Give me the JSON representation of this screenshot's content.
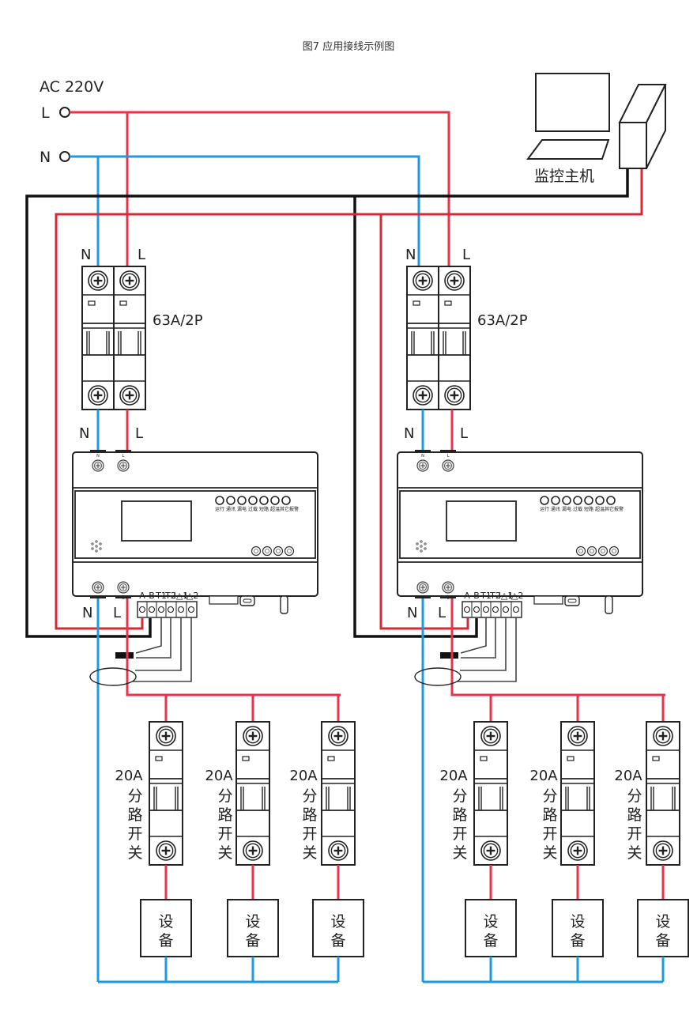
{
  "title": "图7    应用接线示例图",
  "power_source": {
    "label": "AC 220V",
    "terminals": [
      "L",
      "N"
    ]
  },
  "monitor_host": {
    "label": "监控主机",
    "parts": [
      "monitor-icon",
      "keyboard-icon",
      "pc-tower-icon"
    ]
  },
  "colors": {
    "live_wire": "#e8334a",
    "neutral_wire": "#1e9ae0",
    "comm_wire_black": "#111111",
    "comm_wire_red": "#d42a36",
    "signal_wire": "#444444",
    "outline": "#222222"
  },
  "units": [
    {
      "main_breaker": {
        "rating": "63A/2P",
        "top_labels": [
          "N",
          "L"
        ],
        "bottom_labels": [
          "N",
          "L"
        ]
      },
      "device": {
        "top_terminals": [
          "N",
          "L"
        ],
        "bottom_terminals": [
          "N",
          "L"
        ],
        "indicators": [
          "运行",
          "通讯",
          "漏电",
          "过载",
          "短路",
          "超温",
          "其它报警"
        ],
        "buttons": [
          "menu-button",
          "up-button",
          "down-button",
          "enter-button"
        ],
        "signal_terminals": [
          "A",
          "B",
          "T1",
          "T2",
          "I△1",
          "I△2"
        ],
        "output_labels": [
          "N",
          "L"
        ]
      },
      "branch_breakers": [
        {
          "rating": "20A",
          "label": [
            "分",
            "路",
            "开",
            "关"
          ],
          "load": [
            "设",
            "备"
          ]
        },
        {
          "rating": "20A",
          "label": [
            "分",
            "路",
            "开",
            "关"
          ],
          "load": [
            "设",
            "备"
          ]
        },
        {
          "rating": "20A",
          "label": [
            "分",
            "路",
            "开",
            "关"
          ],
          "load": [
            "设",
            "备"
          ]
        }
      ]
    },
    {
      "main_breaker": {
        "rating": "63A/2P",
        "top_labels": [
          "N",
          "L"
        ],
        "bottom_labels": [
          "N",
          "L"
        ]
      },
      "device": {
        "top_terminals": [
          "N",
          "L"
        ],
        "bottom_terminals": [
          "N",
          "L"
        ],
        "indicators": [
          "运行",
          "通讯",
          "漏电",
          "过载",
          "短路",
          "超温",
          "其它报警"
        ],
        "buttons": [
          "menu-button",
          "up-button",
          "down-button",
          "enter-button"
        ],
        "signal_terminals": [
          "A",
          "B",
          "T1",
          "T2",
          "I△1",
          "I△2"
        ],
        "output_labels": [
          "N",
          "L"
        ]
      },
      "branch_breakers": [
        {
          "rating": "20A",
          "label": [
            "分",
            "路",
            "开",
            "关"
          ],
          "load": [
            "设",
            "备"
          ]
        },
        {
          "rating": "20A",
          "label": [
            "分",
            "路",
            "开",
            "关"
          ],
          "load": [
            "设",
            "备"
          ]
        },
        {
          "rating": "20A",
          "label": [
            "分",
            "路",
            "开",
            "关"
          ],
          "load": [
            "设",
            "备"
          ]
        }
      ]
    }
  ]
}
